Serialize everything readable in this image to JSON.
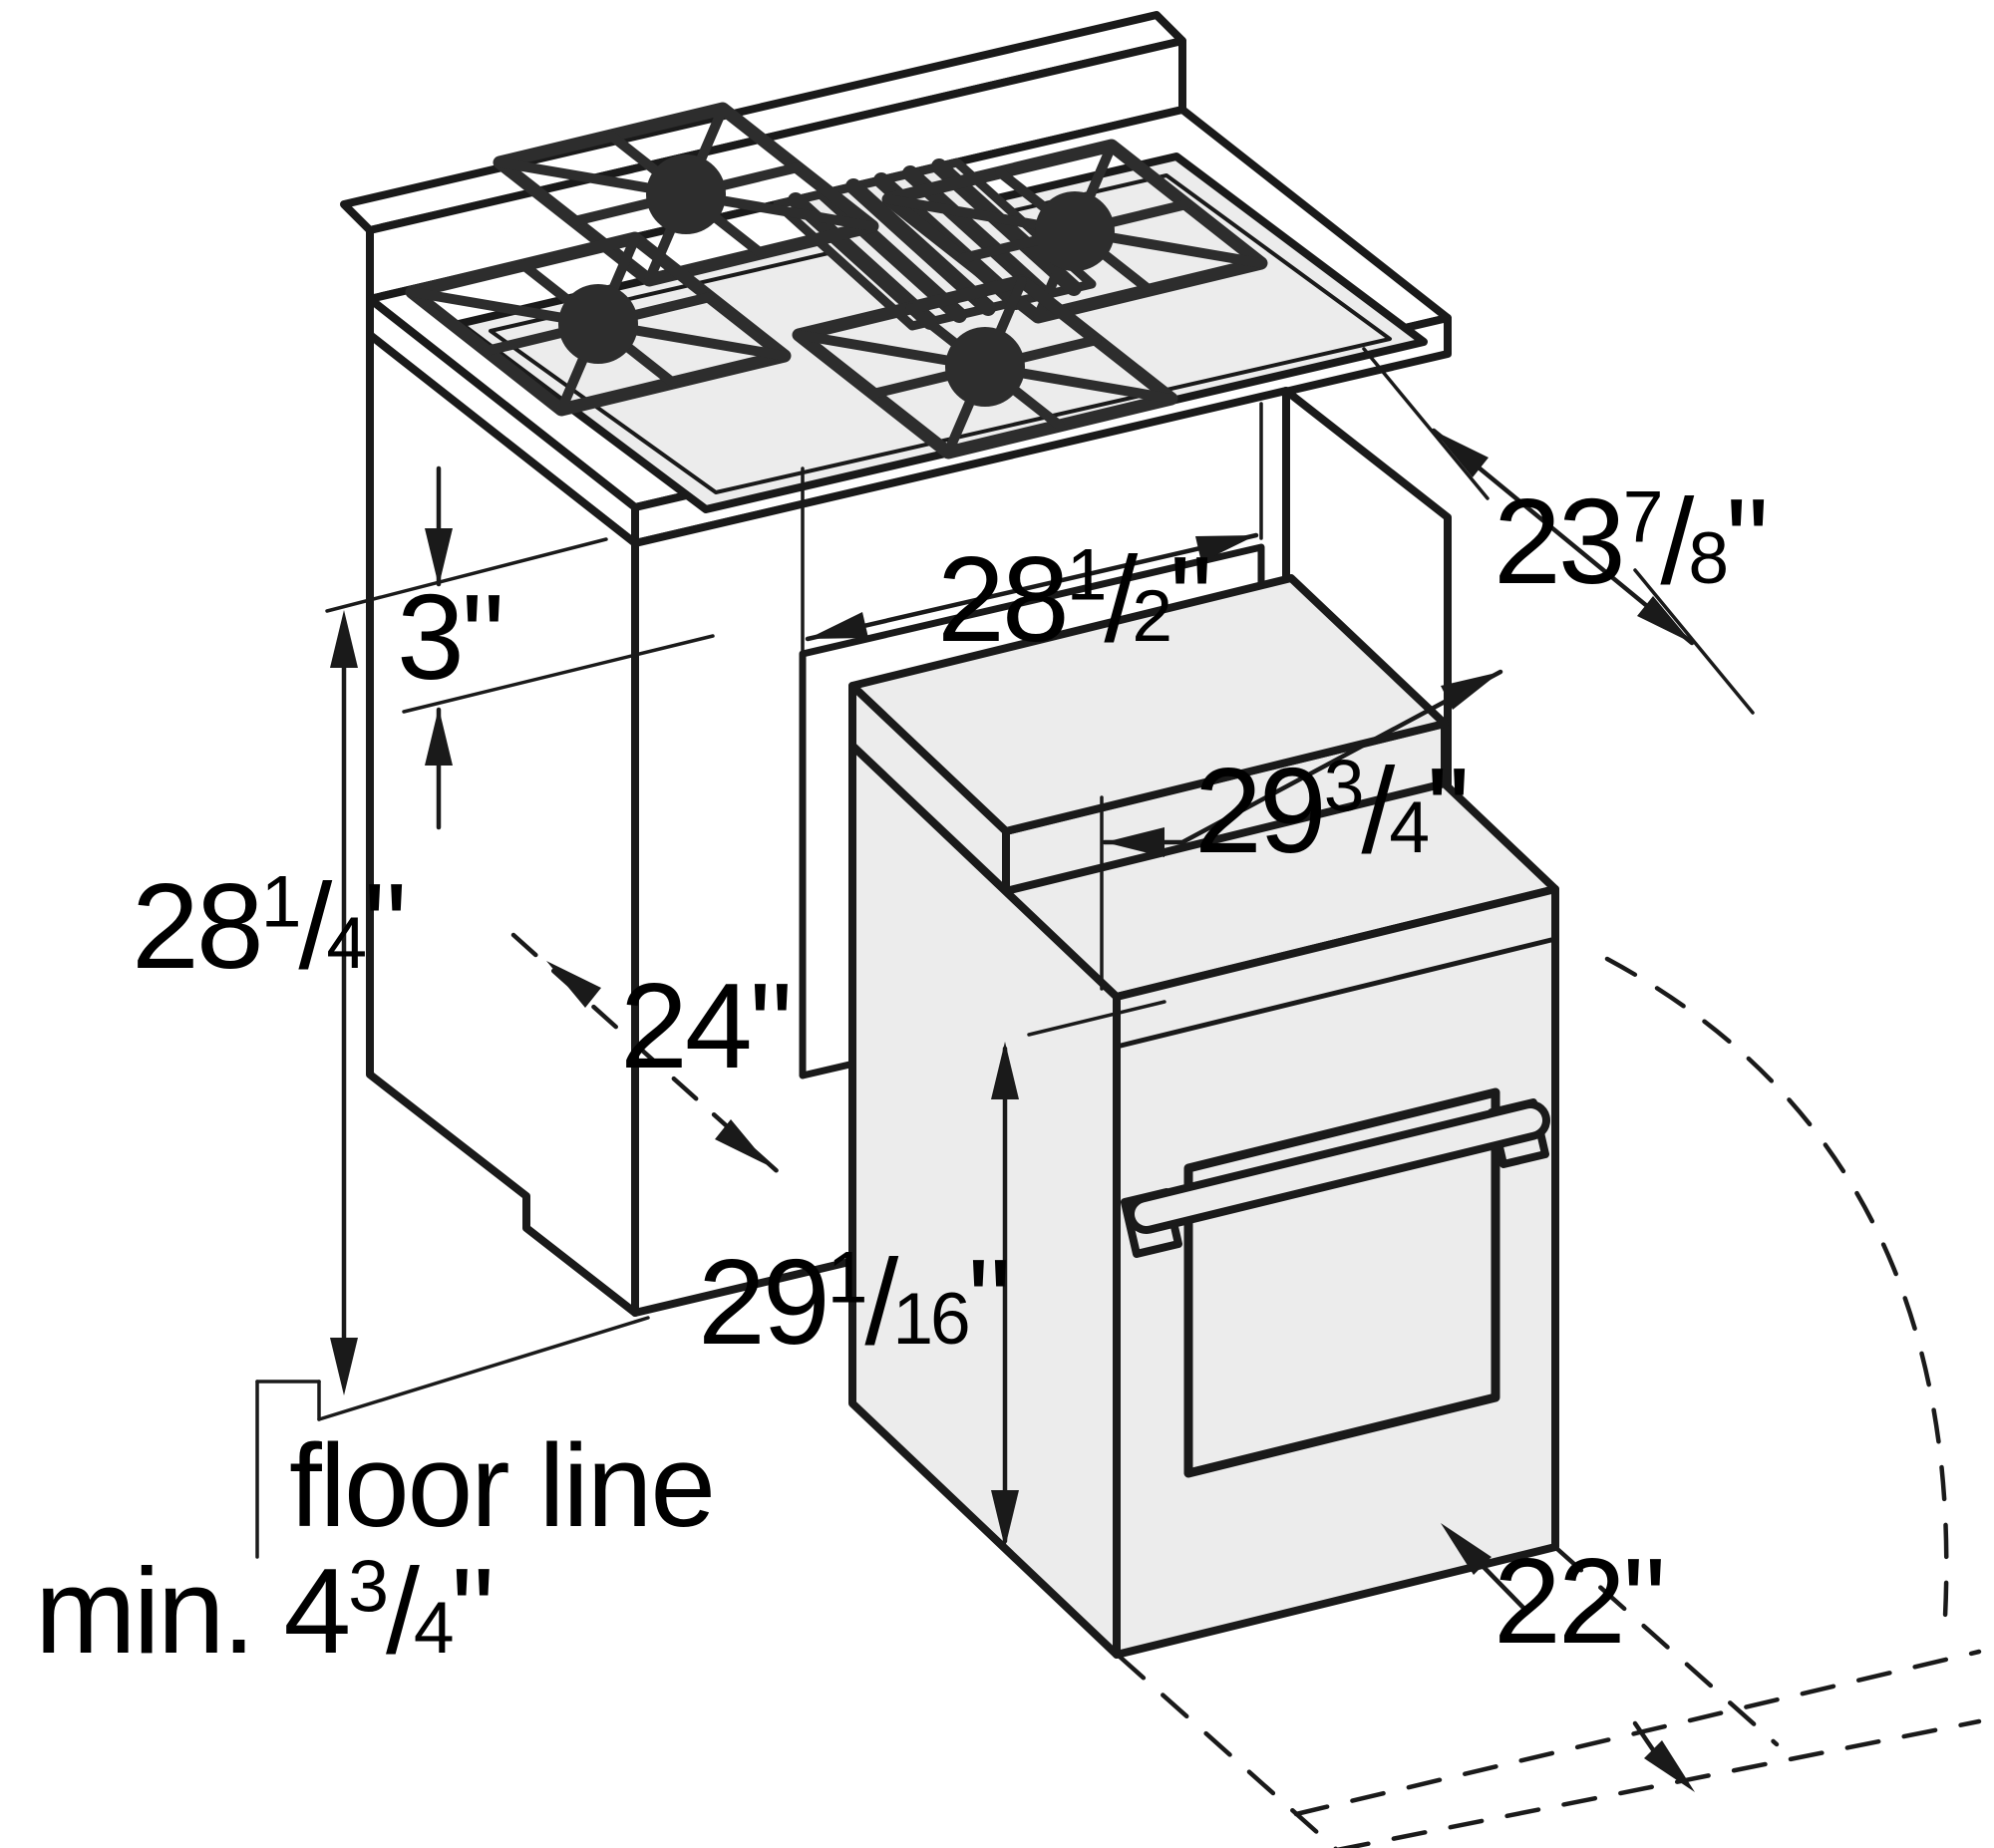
{
  "colors": {
    "line": "#1a1a1a",
    "surface": "#ececec",
    "burner": "#2d2d2d",
    "background": "#ffffff"
  },
  "labels": {
    "gap_backsplash_to_cutout": {
      "whole": "3",
      "num": "",
      "slash": "",
      "den": "",
      "unit": "\""
    },
    "cutout_width": {
      "whole": "28",
      "num": "1",
      "slash": "/",
      "den": "2",
      "unit": "\""
    },
    "countertop_depth": {
      "whole": "23",
      "num": "7",
      "slash": "/",
      "den": "8",
      "unit": "\""
    },
    "oven_top_width": {
      "whole": "29",
      "num": "3",
      "slash": "/",
      "den": "4",
      "unit": "\""
    },
    "cabinet_front_height": {
      "whole": "28",
      "num": "1",
      "slash": "/",
      "den": "4",
      "unit": "\""
    },
    "cutout_depth": {
      "whole": "24",
      "num": "",
      "slash": "",
      "den": "",
      "unit": "\""
    },
    "oven_height": {
      "whole": "29",
      "num": "1",
      "slash": "/",
      "den": "16",
      "unit": "\""
    },
    "floor_line": "floor line",
    "min_bottom_clearance": {
      "prefix": "min. ",
      "whole": "4",
      "num": "3",
      "slash": "/",
      "den": "4",
      "unit": "\""
    },
    "door_open_depth": {
      "whole": "22",
      "num": "",
      "slash": "",
      "den": "",
      "unit": "\""
    }
  }
}
